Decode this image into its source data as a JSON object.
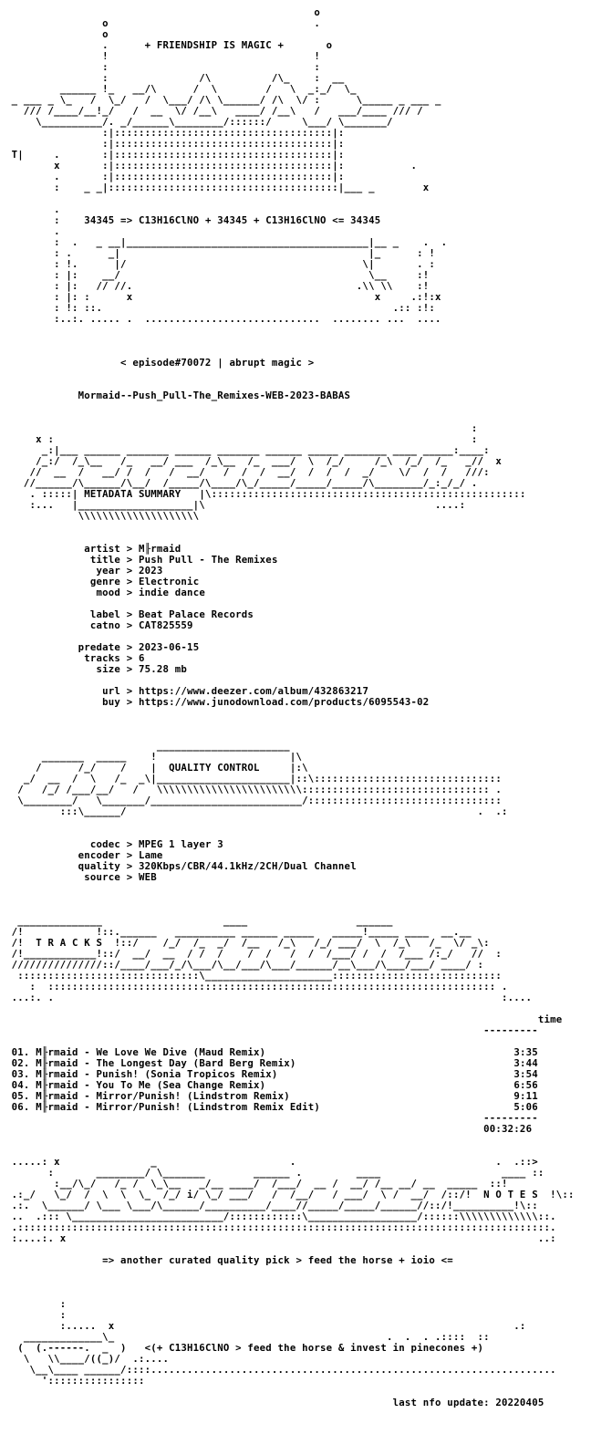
{
  "document": {
    "banner": {
      "tagline": "+ FRIENDSHIP IS MAGIC +",
      "formula_line": "34345 => C13H16ClNO + 34345 + C13H16ClNO <= 34345"
    },
    "episode_line": "< episode#70072 | abrupt magic >",
    "release_name": "Mormaid--Push_Pull-The_Remixes-WEB-2023-BABAS",
    "metadata": {
      "section_title": "METADATA SUMMARY",
      "fields": [
        {
          "key": "artist",
          "value": "M╟rmaid"
        },
        {
          "key": "title",
          "value": "Push Pull - The Remixes"
        },
        {
          "key": "year",
          "value": "2023"
        },
        {
          "key": "genre",
          "value": "Electronic"
        },
        {
          "key": "mood",
          "value": "indie dance"
        },
        {
          "key": "label",
          "value": "Beat Palace Records"
        },
        {
          "key": "catno",
          "value": "CAT825559"
        },
        {
          "key": "predate",
          "value": "2023-06-15"
        },
        {
          "key": "tracks",
          "value": "6"
        },
        {
          "key": "size",
          "value": "75.28 mb"
        },
        {
          "key": "url",
          "value": "https://www.deezer.com/album/432863217"
        },
        {
          "key": "buy",
          "value": "https://www.junodownload.com/products/6095543-02"
        }
      ]
    },
    "quality": {
      "section_title": "QUALITY CONTROL",
      "fields": [
        {
          "key": "codec",
          "value": "MPEG 1 layer 3"
        },
        {
          "key": "encoder",
          "value": "Lame"
        },
        {
          "key": "quality",
          "value": "320Kbps/CBR/44.1kHz/2CH/Dual Channel"
        },
        {
          "key": "source",
          "value": "WEB"
        }
      ]
    },
    "tracks": {
      "section_title": "T R A C K S",
      "time_header": "time",
      "items": [
        {
          "no": "01.",
          "title": "M╟rmaid - We Love We Dive (Maud Remix)",
          "time": "3:35"
        },
        {
          "no": "02.",
          "title": "M╟rmaid - The Longest Day (Bard Berg Remix)",
          "time": "3:44"
        },
        {
          "no": "03.",
          "title": "M╟rmaid - Punish! (Sonia Tropicos Remix)",
          "time": "3:54"
        },
        {
          "no": "04.",
          "title": "M╟rmaid - You To Me (Sea Change Remix)",
          "time": "6:56"
        },
        {
          "no": "05.",
          "title": "M╟rmaid - Mirror/Punish! (Lindstrom Remix)",
          "time": "9:11"
        },
        {
          "no": "06.",
          "title": "M╟rmaid - Mirror/Punish! (Lindstrom Remix Edit)",
          "time": "5:06"
        }
      ],
      "total_time": "00:32:26"
    },
    "notes": {
      "section_title": "N O T E S",
      "note_line": "=> another curated quality pick > feed the horse + ioio <="
    },
    "footer": {
      "tagline": "<(+ C13H16ClNO > feed the horse & invest in pinecones +)",
      "last_update": "last nfo update: 20220405"
    }
  }
}
